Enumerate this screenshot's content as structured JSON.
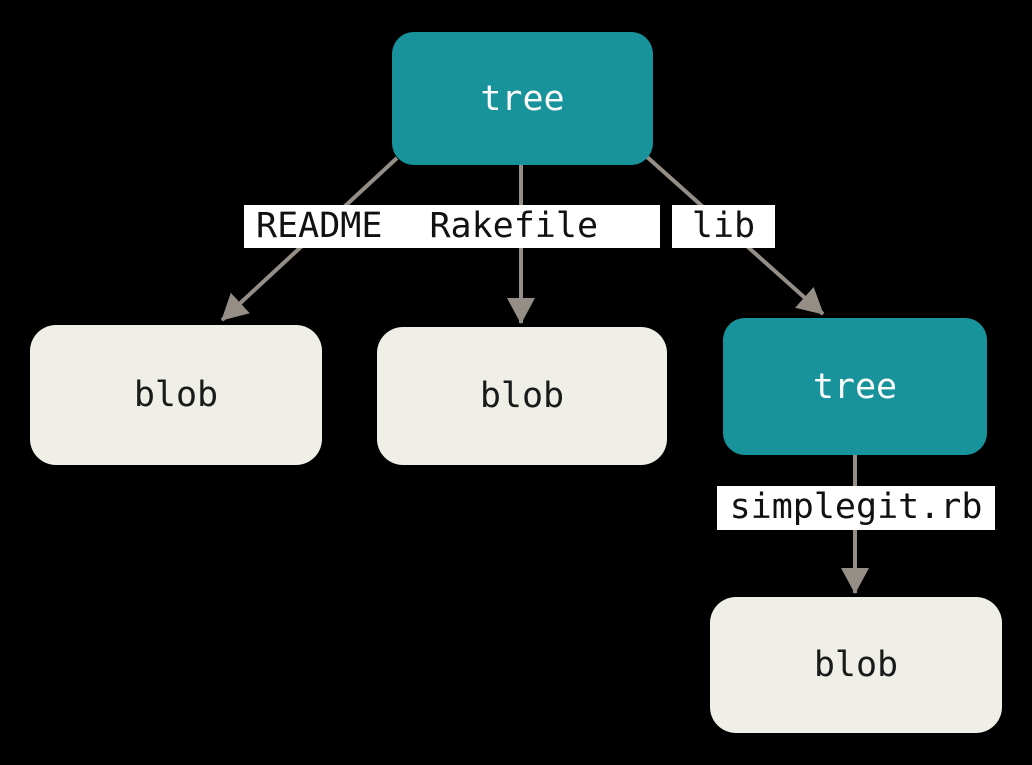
{
  "diagram": {
    "title": "git-tree-objects-diagram",
    "background_color": "#000000",
    "colors": {
      "tree_node_fill": "#18939B",
      "tree_node_text": "#FAFAF8",
      "blob_node_fill": "#EFEFE7",
      "blob_node_text": "#1A1A1A",
      "edge_stroke": "#958E86",
      "edge_label_background": "#FFFFFF",
      "edge_label_text": "#111111"
    },
    "nodes": [
      {
        "id": "tree-root",
        "type": "tree",
        "label": "tree"
      },
      {
        "id": "blob-readme",
        "type": "blob",
        "label": "blob"
      },
      {
        "id": "blob-rakefile",
        "type": "blob",
        "label": "blob"
      },
      {
        "id": "tree-lib",
        "type": "tree",
        "label": "tree"
      },
      {
        "id": "blob-simplegit",
        "type": "blob",
        "label": "blob"
      }
    ],
    "edges": [
      {
        "id": "root-to-blob-readme",
        "from": "tree-root",
        "to": "blob-readme",
        "label": "README"
      },
      {
        "id": "root-to-blob-rakefile",
        "from": "tree-root",
        "to": "blob-rakefile",
        "label": "Rakefile"
      },
      {
        "id": "root-to-tree-lib",
        "from": "tree-root",
        "to": "tree-lib",
        "label": "lib"
      },
      {
        "id": "lib-to-blob-simplegit",
        "from": "tree-lib",
        "to": "blob-simplegit",
        "label": "simplegit.rb"
      }
    ],
    "edge_labels": {
      "readme": "README",
      "rakefile": "Rakefile",
      "lib": "lib",
      "simplegit": "simplegit.rb"
    }
  }
}
